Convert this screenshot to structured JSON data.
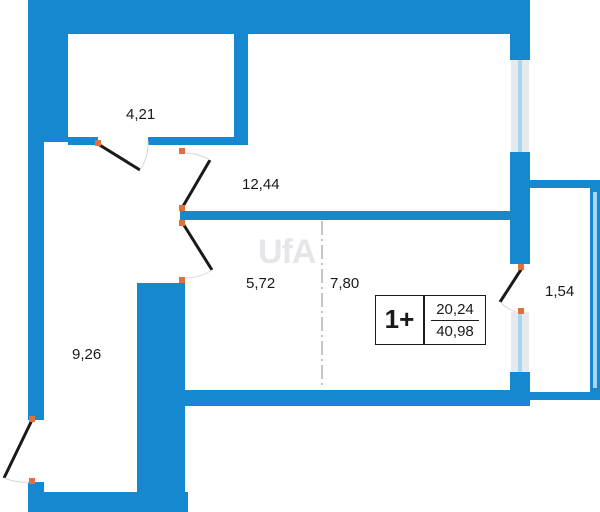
{
  "plan": {
    "wall_color": "#1688d0",
    "window_color": "#a8d8f0",
    "door_hinge_color": "#e07040",
    "rooms": [
      {
        "id": "storage",
        "area": "4,21"
      },
      {
        "id": "room",
        "area": "12,44"
      },
      {
        "id": "bathroom",
        "area": "5,72"
      },
      {
        "id": "kitchen",
        "area": "7,80"
      },
      {
        "id": "balcony",
        "area": "1,54"
      },
      {
        "id": "hallway",
        "area": "9,26"
      }
    ],
    "badge": {
      "rooms": "1+",
      "living_area": "20,24",
      "total_area": "40,98"
    },
    "watermark": "UfA"
  }
}
